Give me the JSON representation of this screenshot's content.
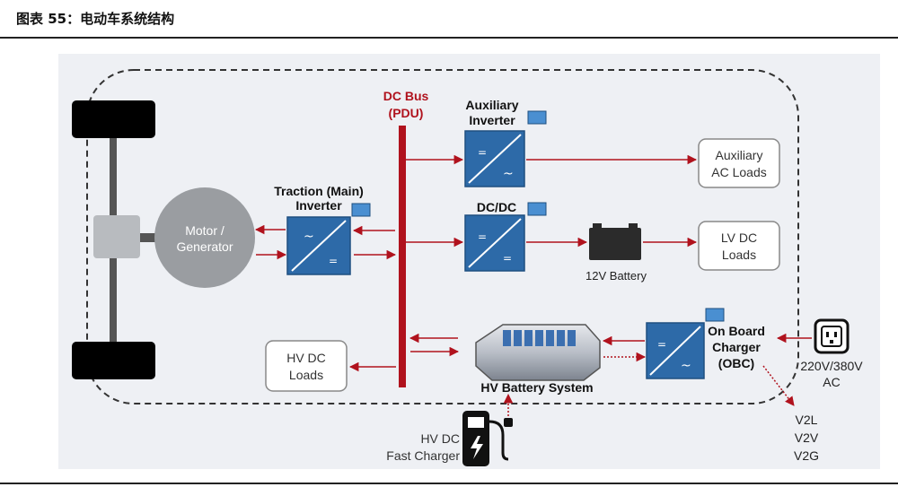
{
  "figure_title": "图表 55：电动车系统结构",
  "diagram": {
    "dc_bus": {
      "line1": "DC Bus",
      "line2": "(PDU)"
    },
    "motor": {
      "line1": "Motor /",
      "line2": "Generator"
    },
    "traction_inverter": {
      "line1": "Traction (Main)",
      "line2": "Inverter"
    },
    "auxiliary_inverter": {
      "line1": "Auxiliary",
      "line2": "Inverter"
    },
    "dcdc": {
      "label": "DC/DC"
    },
    "aux_loads": {
      "line1": "Auxiliary",
      "line2": "AC Loads"
    },
    "lv_loads": {
      "line1": "LV DC",
      "line2": "Loads"
    },
    "battery_12v": {
      "label": "12V Battery"
    },
    "hv_loads": {
      "line1": "HV DC",
      "line2": "Loads"
    },
    "hv_battery": {
      "label": "HV Battery System"
    },
    "obc": {
      "line1": "On Board",
      "line2": "Charger",
      "line3": "(OBC)"
    },
    "ac_source": {
      "line1": "220V/380V",
      "line2": "AC"
    },
    "v2x": {
      "line1": "V2L",
      "line2": "V2V",
      "line3": "V2G"
    },
    "fast_charger": {
      "line1": "HV DC",
      "line2": "Fast Charger"
    }
  },
  "colors": {
    "accent_red": "#b0121d",
    "block_blue": "#2d6aa8",
    "panel_bg": "#eef0f4"
  }
}
